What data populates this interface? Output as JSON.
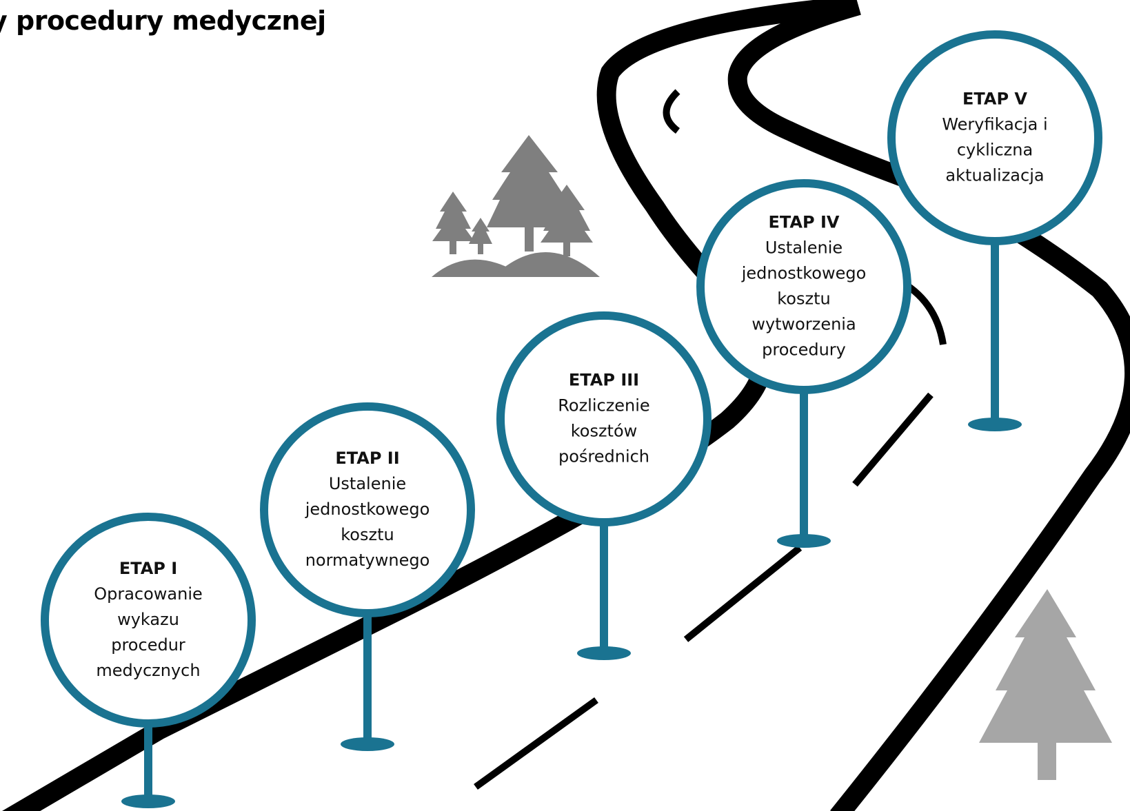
{
  "title": "y procedury medycznej",
  "colors": {
    "accent": "#1a7391",
    "road": "#000000",
    "trees": "#7f7f7f",
    "tree_light": "#a6a6a6",
    "background": "#ffffff"
  },
  "stages": [
    {
      "label": "ETAP I",
      "lines": [
        "Opracowanie",
        "wykazu",
        "procedur",
        "medycznych"
      ]
    },
    {
      "label": "ETAP II",
      "lines": [
        "Ustalenie",
        "jednostkowego",
        "kosztu",
        "normatywnego"
      ]
    },
    {
      "label": "ETAP III",
      "lines": [
        "Rozliczenie",
        "kosztów",
        "pośrednich"
      ]
    },
    {
      "label": "ETAP IV",
      "lines": [
        "Ustalenie",
        "jednostkowego",
        "kosztu",
        "wytworzenia",
        "procedury"
      ]
    },
    {
      "label": "ETAP V",
      "lines": [
        "Weryfikacja i",
        "cykliczna",
        "aktualizacja"
      ]
    }
  ],
  "icons": [
    "tree-group-icon",
    "tree-icon"
  ]
}
